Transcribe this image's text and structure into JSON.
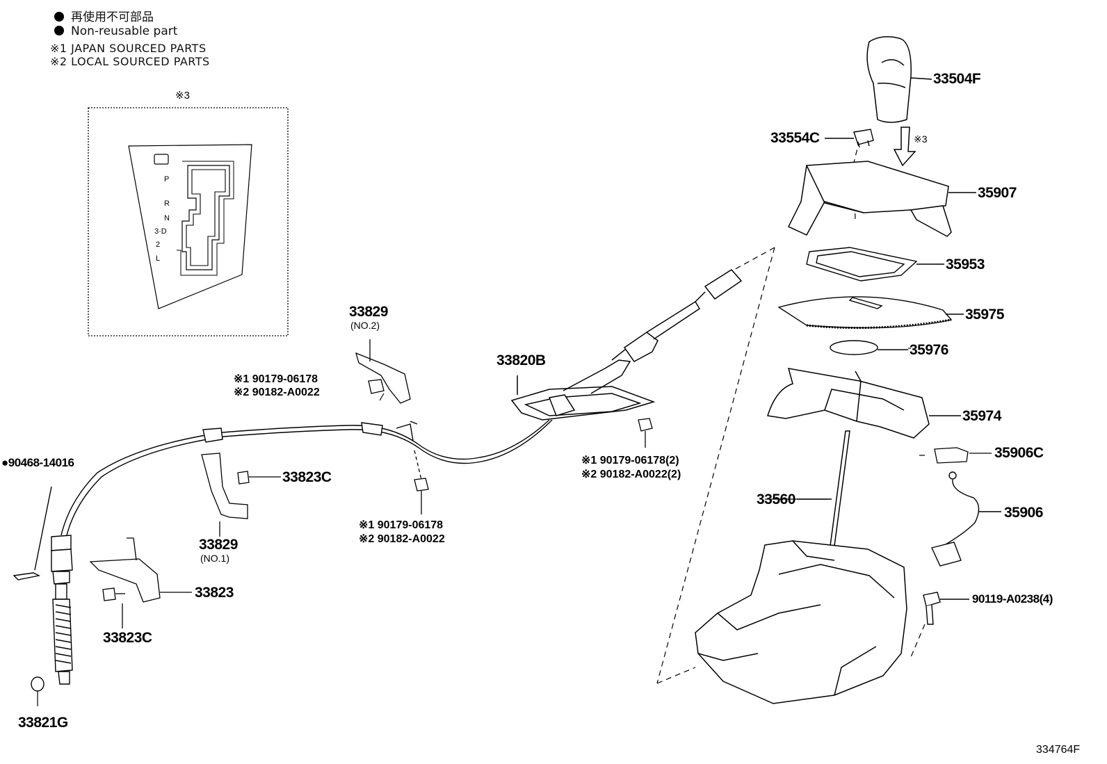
{
  "legend": {
    "jp_nonreusable": "再使用不可部品",
    "en_nonreusable": "Non-reusable part",
    "note1": "※1 JAPAN SOURCED PARTS",
    "note2": "※2 LOCAL SOURCED PARTS"
  },
  "inset": {
    "marker": "※3",
    "gate_positions": [
      "P",
      "R",
      "N",
      "3·D",
      "2",
      "L"
    ]
  },
  "arrow_marker": "※3",
  "parts": {
    "p33504F": "33504F",
    "p33554C": "33554C",
    "p35907": "35907",
    "p35953": "35953",
    "p35975": "35975",
    "p35976": "35976",
    "p35974": "35974",
    "p35906C": "35906C",
    "p35906": "35906",
    "p33560": "33560",
    "p90119": "90119-A0238(4)",
    "p33820B": "33820B",
    "p33829_no2": "33829",
    "p33829_no2_sub": "(NO.2)",
    "p33829_no1": "33829",
    "p33829_no1_sub": "(NO.1)",
    "p33823C_a": "33823C",
    "p33823C_b": "33823C",
    "p33823": "33823",
    "p33821G": "33821G",
    "p90468": "●90468-14016",
    "clip_a1": "※1  90179-06178",
    "clip_a2": "※2  90182-A0022",
    "clip_b1": "※1  90179-06178(2)",
    "clip_b2": "※2  90182-A0022(2)",
    "clip_c1": "※1  90179-06178",
    "clip_c2": "※2  90182-A0022"
  },
  "diagram_id": "334764F"
}
